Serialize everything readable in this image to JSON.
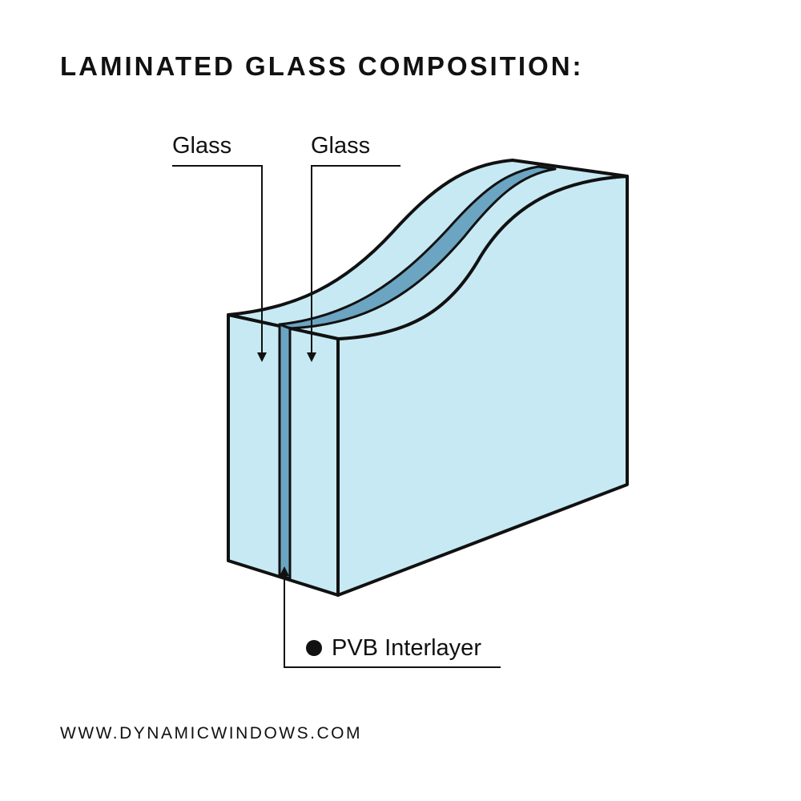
{
  "title": "LAMINATED GLASS COMPOSITION:",
  "labels": {
    "glass_left": "Glass",
    "glass_right": "Glass",
    "interlayer": "PVB Interlayer"
  },
  "footer": {
    "website": "WWW.DYNAMICWINDOWS.COM"
  },
  "colors": {
    "glass": "#c7e9f3",
    "interlayer": "#6ba5c2",
    "stroke": "#111111",
    "background": "#ffffff"
  }
}
